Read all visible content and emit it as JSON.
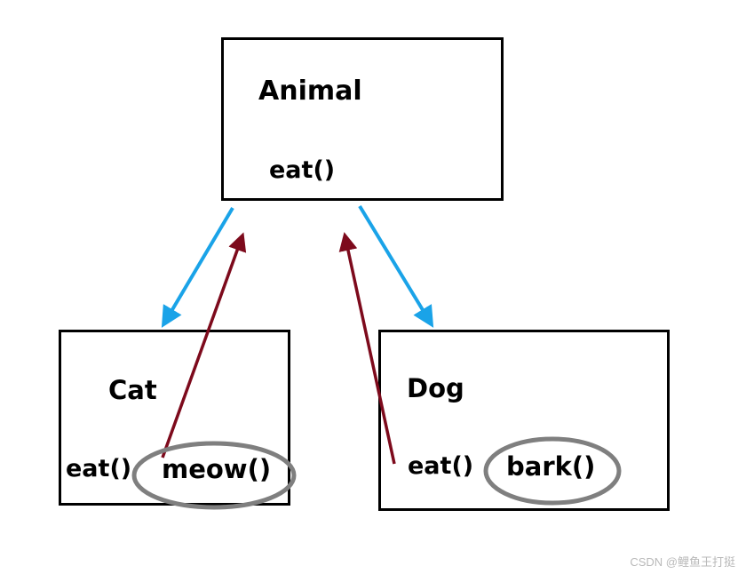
{
  "nodes": {
    "animal": {
      "name": "Animal",
      "method": "eat()"
    },
    "cat": {
      "name": "Cat",
      "method": "eat()",
      "own_method": "meow()"
    },
    "dog": {
      "name": "Dog",
      "method": "eat()",
      "own_method": "bark()"
    }
  },
  "watermark": "CSDN @鲤鱼王打挺",
  "colors": {
    "box_border": "#000000",
    "inherit_arrow": "#1aa3e8",
    "upcast_arrow": "#7d0a1c",
    "highlight_ellipse": "#7f7f7f",
    "watermark": "#b9b9b9"
  }
}
